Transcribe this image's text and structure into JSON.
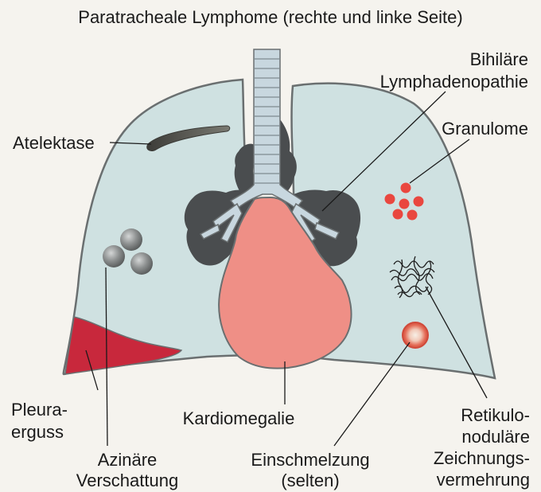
{
  "labels": {
    "paratracheal": "Paratracheale Lymphome (rechte und linke Seite)",
    "bihilar_1": "Bihiläre",
    "bihilar_2": "Lymphadenopathie",
    "granulome": "Granulome",
    "atelektase": "Atelektase",
    "pleura_1": "Pleura-",
    "pleura_2": "erguss",
    "kardiomegalie": "Kardiomegalie",
    "azinaer_1": "Azinäre",
    "azinaer_2": "Verschattung",
    "einschmelzung_1": "Einschmelzung",
    "einschmelzung_2": "(selten)",
    "retikulo_1": "Retikulo-",
    "retikulo_2": "noduläre",
    "retikulo_3": "Zeichnungs-",
    "retikulo_4": "vermehrung"
  },
  "colors": {
    "lung": "#cfe1e1",
    "lung_outline": "#6a6f70",
    "lymph": "#4a4d4f",
    "trachea": "#c8d7df",
    "heart": "#ef8f86",
    "pleural_effusion": "#c8283c",
    "granuloma": "#e9473f",
    "acinar": "#8d9090",
    "atelectasis": "#5a5a55",
    "cavity": "#e46a55"
  }
}
